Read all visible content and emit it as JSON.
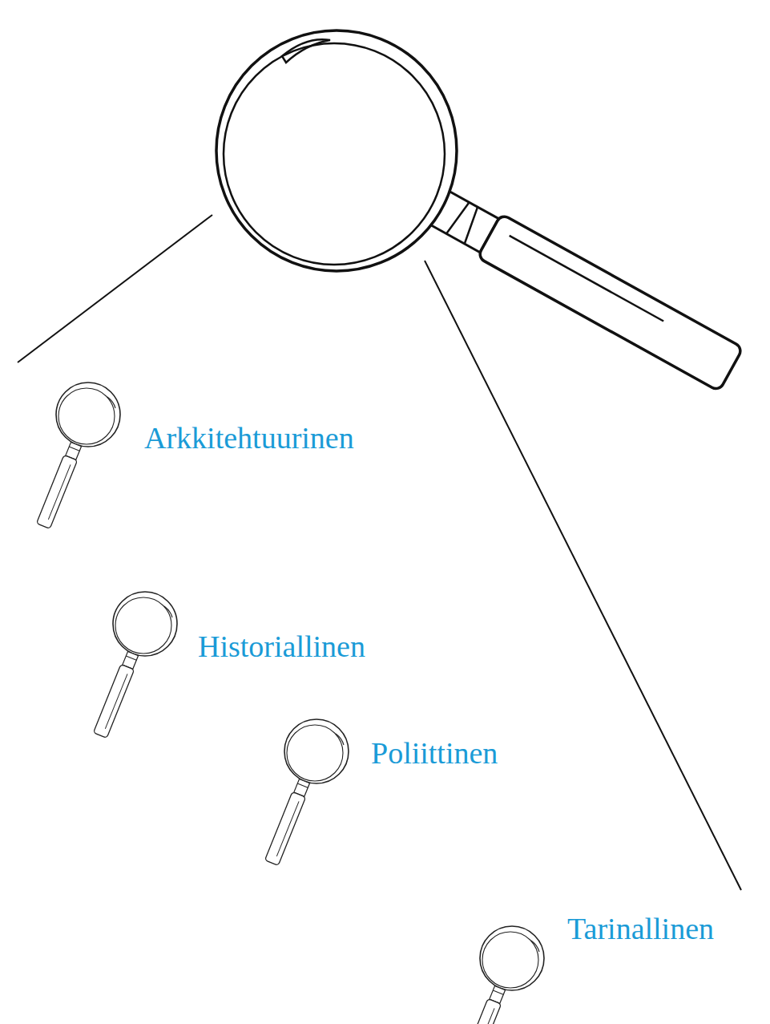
{
  "diagram": {
    "labels": [
      "Arkkitehtuurinen",
      "Historiallinen",
      "Poliittinen",
      "Tarinallinen"
    ]
  }
}
